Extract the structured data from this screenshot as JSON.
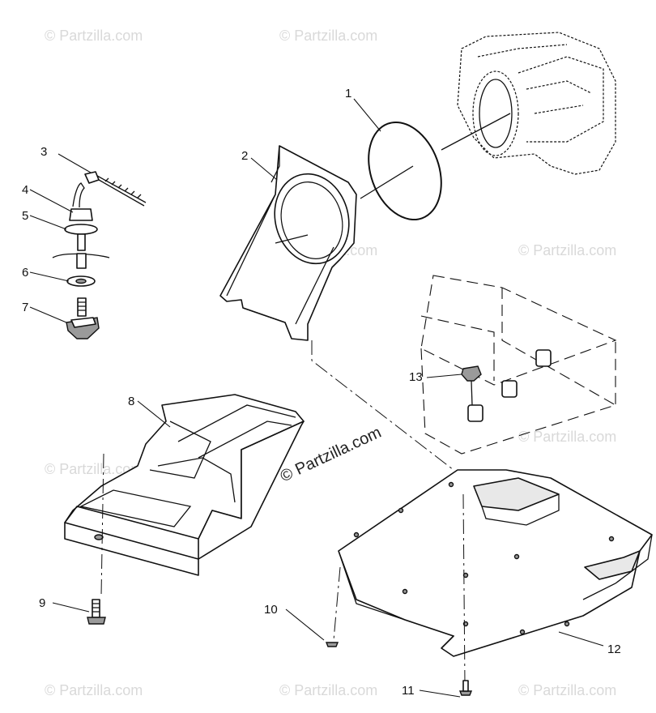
{
  "callouts": [
    "1",
    "2",
    "3",
    "4",
    "5",
    "6",
    "7",
    "8",
    "9",
    "10",
    "11",
    "12",
    "13"
  ],
  "watermark": {
    "center": "© Partzilla.com",
    "tile": "© Partzilla.com"
  }
}
